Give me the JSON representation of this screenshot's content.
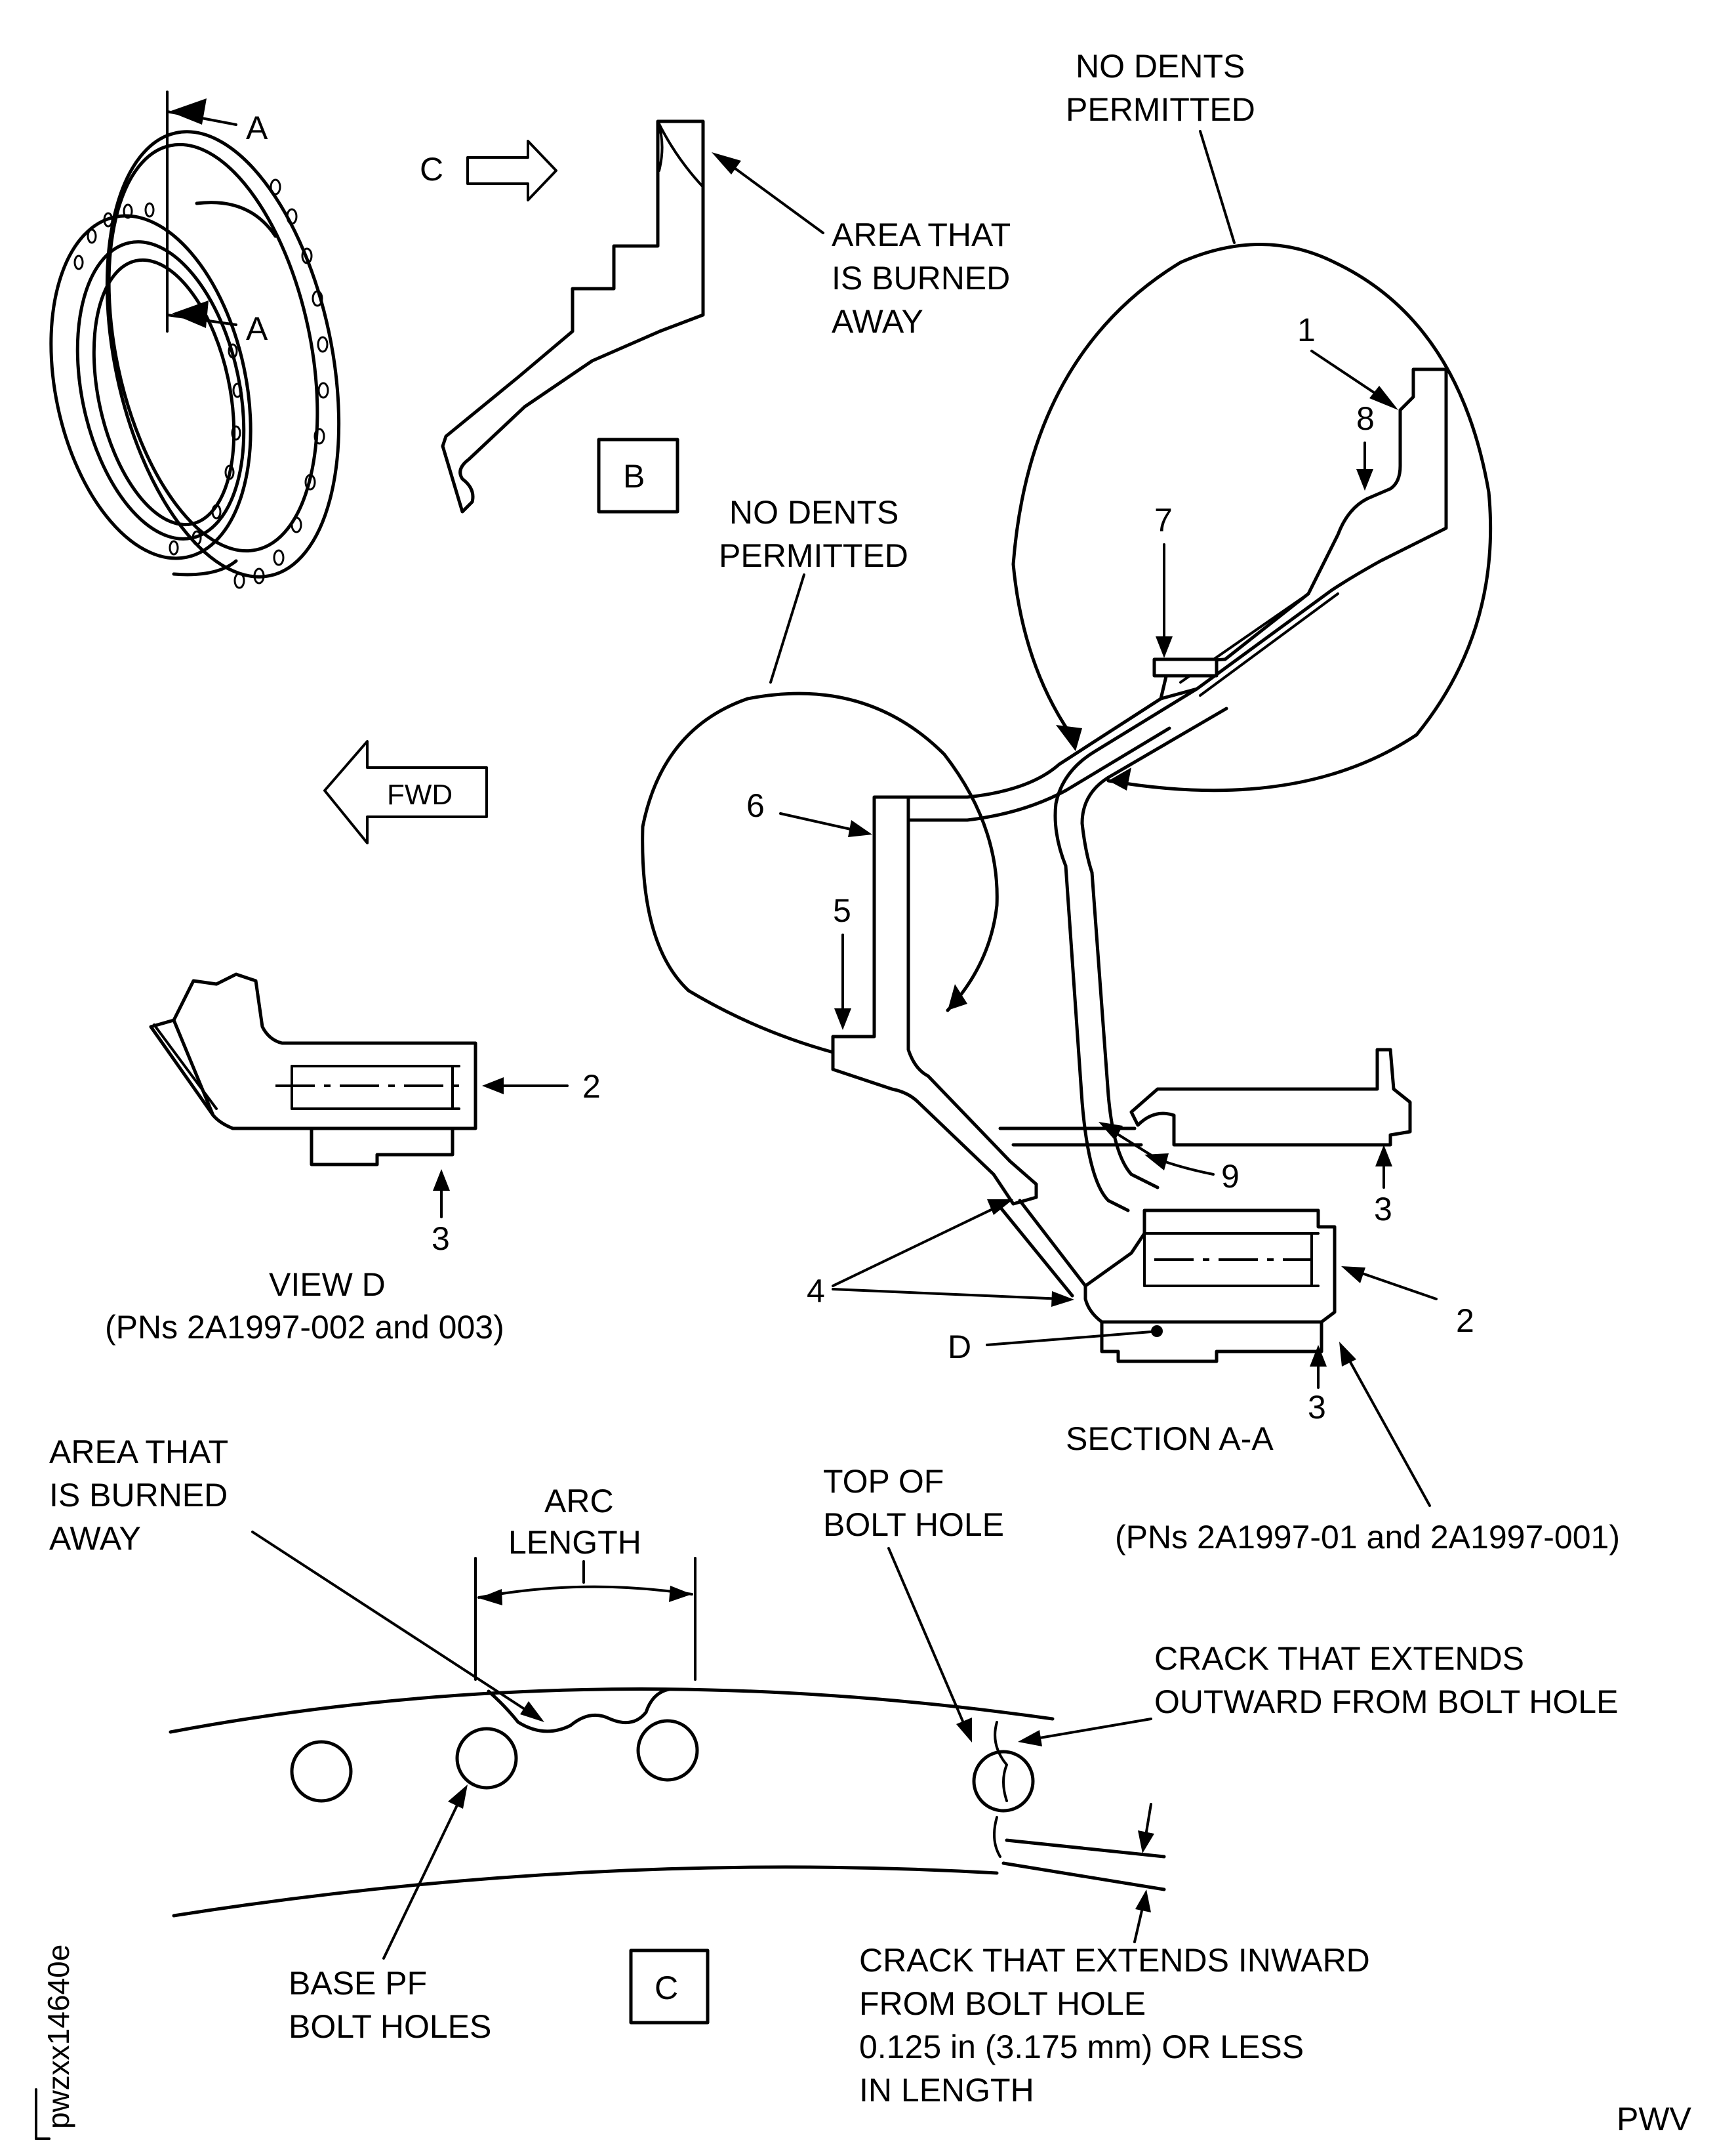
{
  "callouts": {
    "a_top": "A",
    "a_bottom": "A",
    "c_view": "C",
    "b_box": "B",
    "c_box": "C",
    "d": "D",
    "n1": "1",
    "n2_view_d": "2",
    "n2_section": "2",
    "n3_view_d": "3",
    "n3_section_upper": "3",
    "n3_section_lower": "3",
    "n4": "4",
    "n5": "5",
    "n6": "6",
    "n7": "7",
    "n8": "8",
    "n9": "9"
  },
  "arrows": {
    "fwd": "FWD"
  },
  "notes": {
    "burned_b": [
      "AREA THAT",
      "IS BURNED",
      "AWAY"
    ],
    "no_dents_upper": [
      "NO DENTS",
      "PERMITTED"
    ],
    "no_dents_lower": [
      "NO DENTS",
      "PERMITTED"
    ],
    "burned_c": [
      "AREA THAT",
      "IS BURNED",
      "AWAY"
    ],
    "arc_length": [
      "ARC",
      "LENGTH"
    ],
    "top_bolt_hole": [
      "TOP OF",
      "BOLT HOLE"
    ],
    "crack_outward": [
      "CRACK THAT EXTENDS",
      "OUTWARD FROM BOLT HOLE"
    ],
    "crack_inward": [
      "CRACK THAT EXTENDS INWARD",
      "FROM BOLT HOLE",
      "0.125 in (3.175 mm) OR LESS",
      "IN LENGTH"
    ],
    "base_pf": [
      "BASE PF",
      "BOLT HOLES"
    ]
  },
  "views": {
    "view_d_title": "VIEW D",
    "view_d_pns": "(PNs 2A1997-002 and 003)",
    "section_title": "SECTION A-A",
    "section_pns": "(PNs 2A1997-01 and 2A1997-001)"
  },
  "figure_id": "pwzxx14640e",
  "corner_mark": "PWV"
}
